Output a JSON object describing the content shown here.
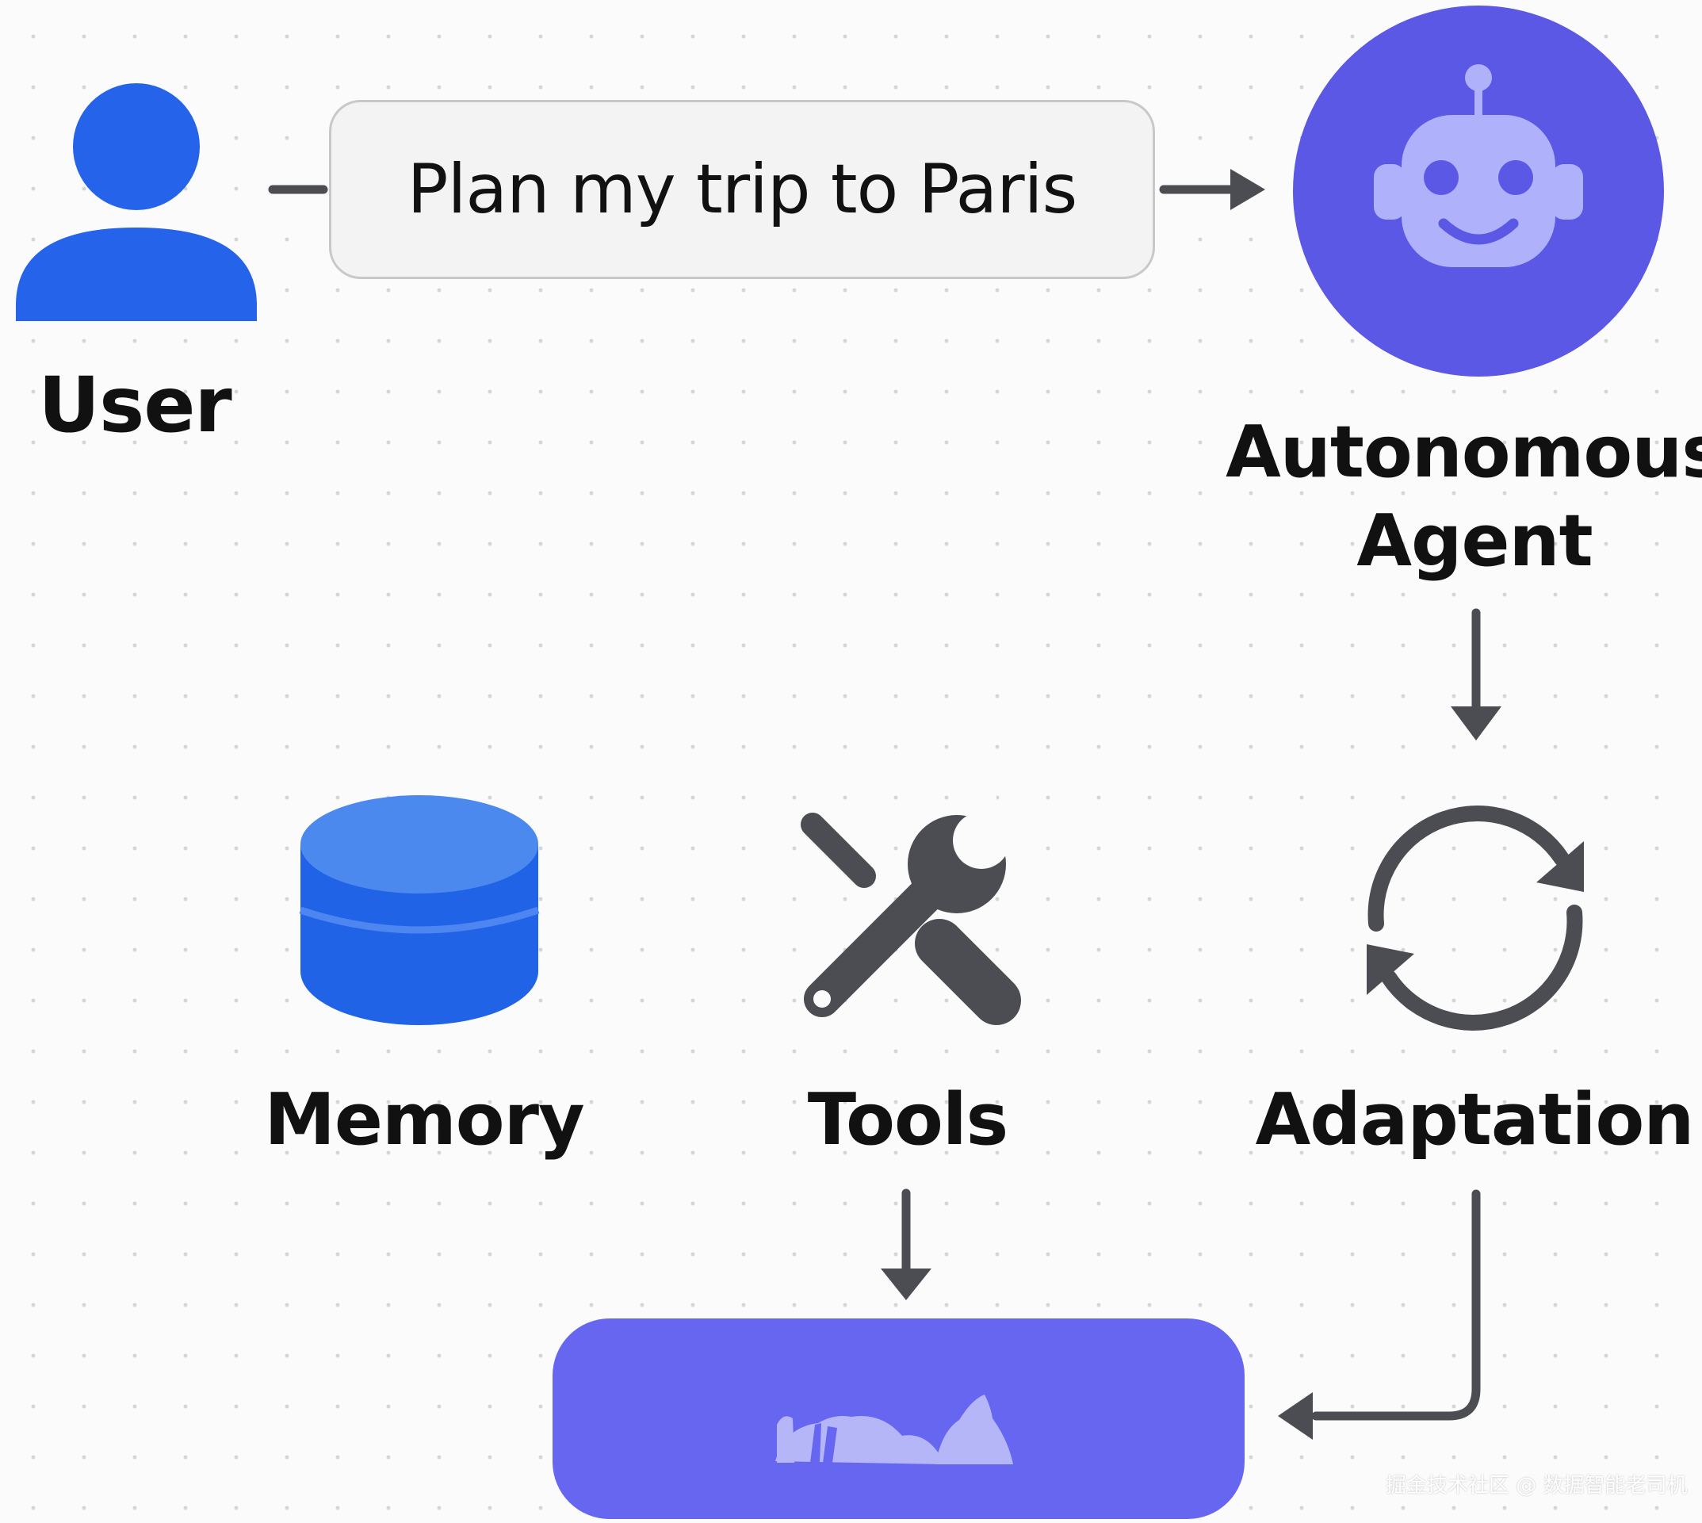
{
  "nodes": {
    "user": {
      "label": "User"
    },
    "message": {
      "text": "Plan my trip to Paris"
    },
    "agent": {
      "label_line1": "Autonomous",
      "label_line2": "Agent"
    },
    "memory": {
      "label": "Memory"
    },
    "tools": {
      "label": "Tools"
    },
    "adaptation": {
      "label": "Adaptation"
    }
  },
  "watermark": "掘金技术社区 @ 数据智能老司机",
  "colors": {
    "user_blue": "#2563eb",
    "agent_circle": "#5b58e6",
    "robot_face": "#afb1fb",
    "memory_blue": "#2466e8",
    "icon_gray": "#4b4d52",
    "result_box": "#6766f1",
    "result_icon": "#b4b6f8"
  },
  "icons": {
    "user": "person-icon",
    "agent": "robot-icon",
    "memory": "database-icon",
    "tools": "wrench-screwdriver-icon",
    "adaptation": "refresh-cycle-icon",
    "result": "landscape-icon"
  }
}
